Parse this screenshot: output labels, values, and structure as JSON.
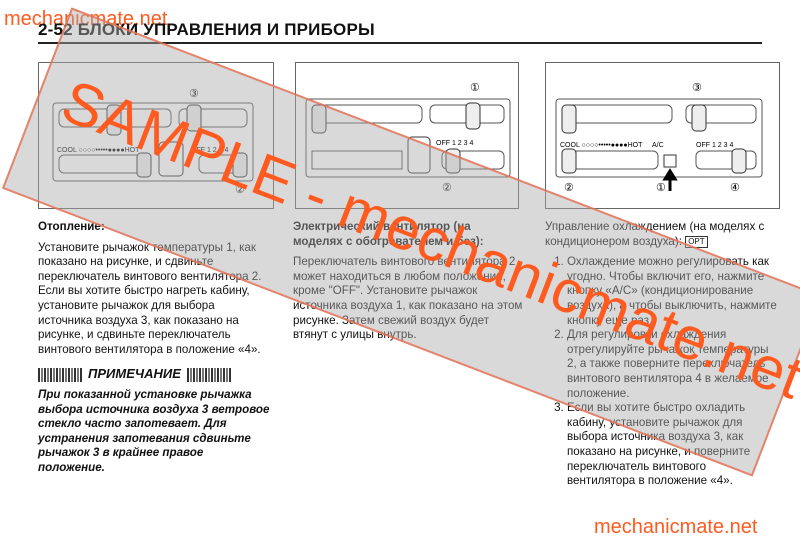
{
  "watermark": {
    "top_brand": "mechanicmate.net",
    "bottom_brand": "mechanicmate.net",
    "overlay": "SAMPLE - mechanicmate.net"
  },
  "header": {
    "title": "2-52   БЛОКИ УПРАВЛЕНИЯ И ПРИБОРЫ"
  },
  "figures": [
    {
      "labels": [
        "③",
        "②"
      ],
      "legend": "COOL ○○○○•••••●●●●HOT",
      "fan": "OFF 1 2 3 4"
    },
    {
      "labels": [
        "①",
        "②"
      ],
      "fan": "OFF 1 2 3 4"
    },
    {
      "labels": [
        "③",
        "②",
        "①",
        "④"
      ],
      "legend": "COOL ○○○○•••••●●●●HOT",
      "ac": "A/C",
      "fan": "OFF 1 2 3 4"
    }
  ],
  "col1": {
    "heading": "Отопление:",
    "body": "Установите рычажок температуры 1, как показано на рисунке, и сдвиньте переключатель винтового вентилятора 2.  Если вы хотите быстро нагреть кабину, установите рычажок для выбора источника воздуха 3, как показано на рисунке, и сдвиньте переключатель винтового вентилятора в положение «4».",
    "note_title": "ПРИМЕЧАНИЕ",
    "note": "При показанной установке рычажка выбора источника воздуха 3 ветровое стекло часто запотевает.  Для устранения запотевания сдвиньте рычажок 3 в крайнее правое положение."
  },
  "col2": {
    "heading": "Электрический вентилятор  (на моделях с обогревателем и без):",
    "body": "Переключатель винтового вентилятора 2 может находиться в любом положении, кроме \"OFF\". Установите рычажок источника воздуха 1, как показано на этом рисунке. Затем свежий воздух будет втянут с улицы внутрь."
  },
  "col3": {
    "heading": "Управление охлаждением (на моделях с кондиционером воздуха):",
    "badge": "OPT",
    "items": [
      "Охлаждение можно регулировать как угодно. Чтобы включит его, нажмите кнопку «A/C» (кондиционирование воздуха), а чтобы выключить, нажмите кнопку еще раз.",
      "Для регулировки охлаждения отрегулируйте рычажок температуры 2, а также поверните переключатель винтового вентилятора 4 в желаемое положение.",
      "Если вы хотите быстро охладить кабину, установите рычажок для выбора источника воздуха 3, как показано на рисунке, и поверните переключатель винтового вентилятора в положение «4»."
    ]
  }
}
